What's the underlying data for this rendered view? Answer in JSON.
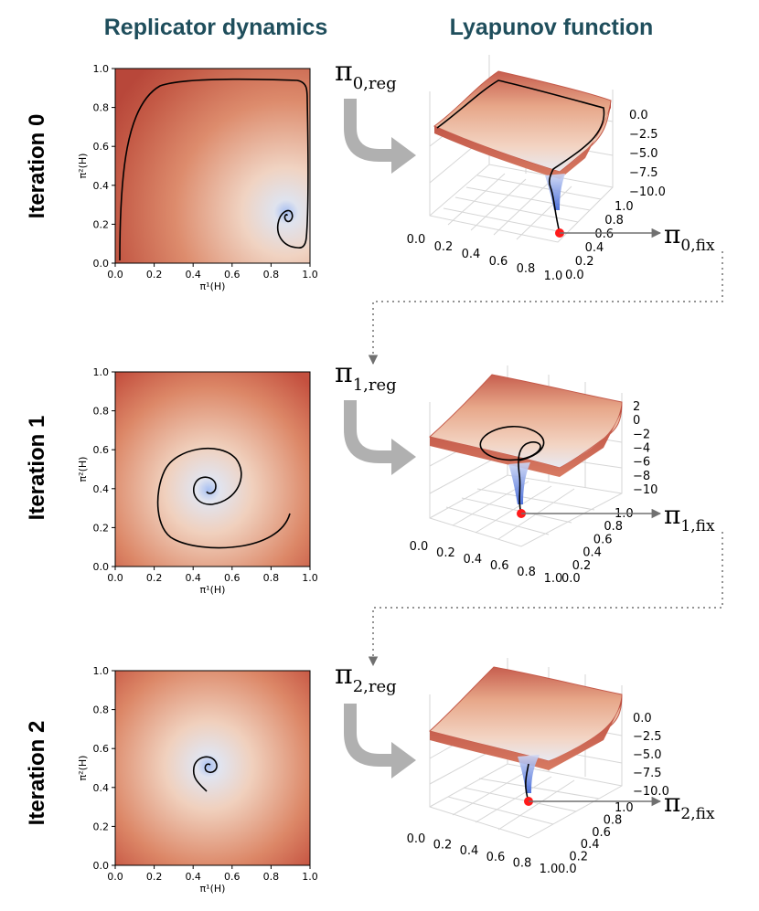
{
  "headings": {
    "left": "Replicator dynamics",
    "right": "Lyapunov function"
  },
  "rows": [
    {
      "iteration_label": "Iteration 0",
      "reg_label_base": "π",
      "reg_label_sub": "0,reg",
      "fix_label_base": "π",
      "fix_label_sub": "0,fix",
      "zticks": [
        "0.0",
        "−2.5",
        "−5.0",
        "−7.5",
        "−10.0"
      ]
    },
    {
      "iteration_label": "Iteration 1",
      "reg_label_base": "π",
      "reg_label_sub": "1,reg",
      "fix_label_base": "π",
      "fix_label_sub": "1,fix",
      "zticks": [
        "2",
        "0",
        "−2",
        "−4",
        "−6",
        "−8",
        "−10"
      ]
    },
    {
      "iteration_label": "Iteration 2",
      "reg_label_base": "π",
      "reg_label_sub": "2,reg",
      "fix_label_base": "π",
      "fix_label_sub": "2,fix",
      "zticks": [
        "0.0",
        "−2.5",
        "−5.0",
        "−7.5",
        "−10.0"
      ]
    }
  ],
  "heatmap_axes": {
    "xlabel": "π¹(H)",
    "ylabel": "π²(H)",
    "ticks": [
      "0.0",
      "0.2",
      "0.4",
      "0.6",
      "0.8",
      "1.0"
    ]
  },
  "surface_axes": {
    "x_ticks": [
      "0.0",
      "0.2",
      "0.4",
      "0.6",
      "0.8",
      "1.0"
    ],
    "y_ticks": [
      "0.0",
      "0.2",
      "0.4",
      "0.6",
      "0.8",
      "1.0"
    ]
  },
  "chart_data": [
    {
      "type": "heatmap",
      "panel": "Iteration 0 replicator dynamics",
      "xlabel": "π¹(H)",
      "ylabel": "π²(H)",
      "xlim": [
        0,
        1
      ],
      "ylim": [
        0,
        1
      ],
      "fixed_point": [
        0.89,
        0.27
      ]
    },
    {
      "type": "heatmap",
      "panel": "Iteration 1 replicator dynamics",
      "xlabel": "π¹(H)",
      "ylabel": "π²(H)",
      "xlim": [
        0,
        1
      ],
      "ylim": [
        0,
        1
      ],
      "fixed_point": [
        0.48,
        0.38
      ]
    },
    {
      "type": "heatmap",
      "panel": "Iteration 2 replicator dynamics",
      "xlabel": "π¹(H)",
      "ylabel": "π²(H)",
      "xlim": [
        0,
        1
      ],
      "ylim": [
        0,
        1
      ],
      "fixed_point": [
        0.48,
        0.5
      ]
    }
  ],
  "colors": {
    "heading": "#1f4e5c",
    "surface_red": "#c0584a",
    "surface_light": "#f3d2c1",
    "minimum_blue": "#7b97e6",
    "fixed_point": "#ff1a1a",
    "arrow_gray": "#b0b0b0",
    "connector": "#707070"
  }
}
